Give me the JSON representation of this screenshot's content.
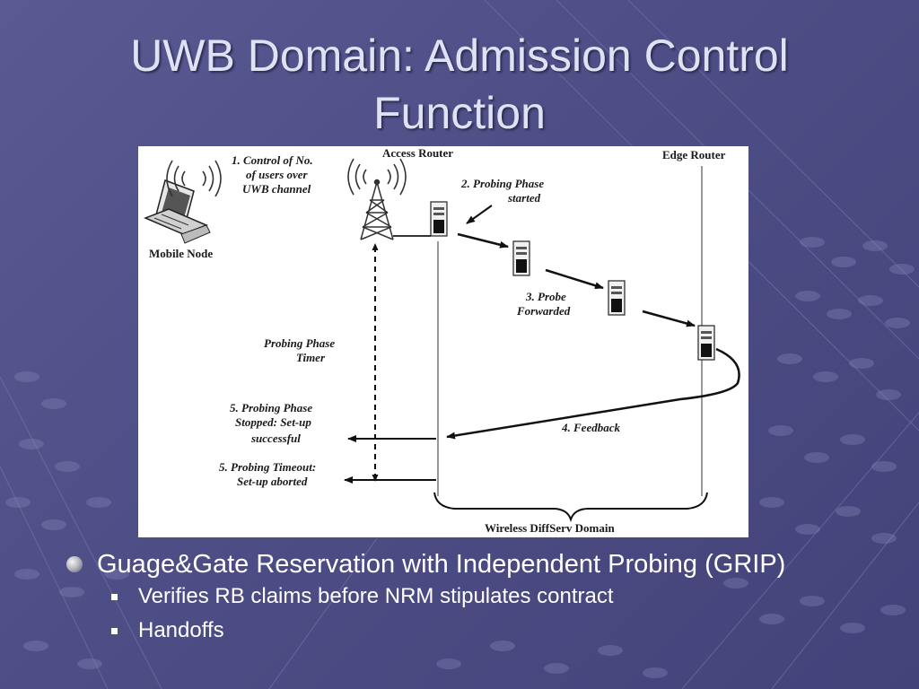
{
  "slide": {
    "title_line1": "UWB Domain: Admission Control",
    "title_line2": "Function"
  },
  "diagram": {
    "label_control": [
      "1. Control of No.",
      "of users over",
      "UWB channel"
    ],
    "label_mobile_node": "Mobile Node",
    "label_access_router": "Access Router",
    "label_edge_router": "Edge Router",
    "label_probing_started": [
      "2. Probing Phase",
      "started"
    ],
    "label_probe_forwarded": [
      "3. Probe",
      "Forwarded"
    ],
    "label_timer": [
      "Probing Phase",
      "Timer"
    ],
    "label_stopped": [
      "5. Probing Phase",
      "Stopped: Set-up",
      "successful"
    ],
    "label_feedback": "4. Feedback",
    "label_timeout": [
      "5. Probing Timeout:",
      "Set-up aborted"
    ],
    "label_domain": "Wireless DiffServ Domain"
  },
  "bullets": {
    "main": "Guage&Gate Reservation with Independent Probing (GRIP)",
    "sub1": "Verifies RB claims before NRM stipulates contract",
    "sub2": "Handoffs"
  }
}
